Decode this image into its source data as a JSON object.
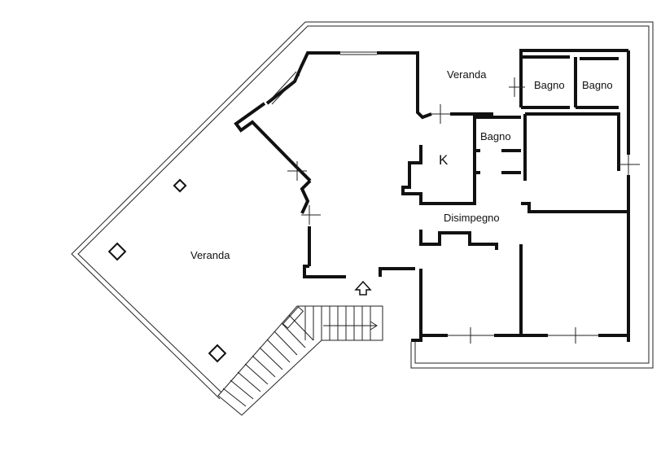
{
  "rooms": {
    "veranda_west": "Veranda",
    "veranda_north": "Veranda",
    "bagno_1": "Bagno",
    "bagno_2": "Bagno",
    "bagno_3": "Bagno",
    "kitchen": "K",
    "disimpegno": "Disimpegno"
  },
  "colors": {
    "ink": "#111111",
    "background": "#ffffff"
  }
}
